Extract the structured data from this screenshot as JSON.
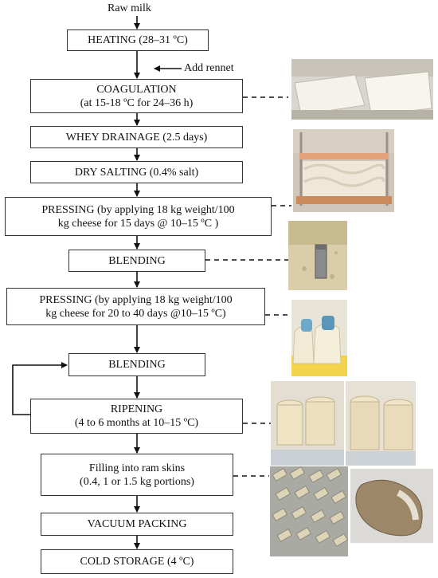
{
  "diagram": {
    "start_label": "Raw milk",
    "add_rennet_label": "Add rennet",
    "steps": [
      {
        "line1": "HEATING (28–31 ºC)",
        "line2": ""
      },
      {
        "line1": "COAGULATION",
        "line2": "(at 15-18 ºC for 24–36 h)"
      },
      {
        "line1": "WHEY DRAINAGE (2.5 days)",
        "line2": ""
      },
      {
        "line1": "DRY SALTING (0.4% salt)",
        "line2": ""
      },
      {
        "line1": "PRESSING  (by applying 18 kg weight/100",
        "line2": "kg cheese for 15 days @ 10–15 ºC )"
      },
      {
        "line1": "BLENDING",
        "line2": ""
      },
      {
        "line1": "PRESSING (by applying 18 kg weight/100",
        "line2": "kg cheese for 20 to 40 days @10–15 ºC)"
      },
      {
        "line1": "BLENDING",
        "line2": ""
      },
      {
        "line1": "RIPENING",
        "line2": "(4 to 6 months at 10–15 ºC)"
      },
      {
        "line1": "Filling into ram skins",
        "line2": "(0.4, 1 or 1.5 kg portions)"
      },
      {
        "line1": "VACUUM PACKING",
        "line2": ""
      },
      {
        "line1": "COLD STORAGE (4 ºC)",
        "line2": ""
      }
    ],
    "photos": [
      {
        "name": "coagulation-vats-photo"
      },
      {
        "name": "whey-drainage-rack-photo"
      },
      {
        "name": "blending-curd-photo"
      },
      {
        "name": "pressing-weights-photo"
      },
      {
        "name": "ripening-cheeses-photo"
      },
      {
        "name": "ram-skin-portions-photo"
      },
      {
        "name": "ram-skin-cheese-closeup-photo"
      }
    ]
  }
}
